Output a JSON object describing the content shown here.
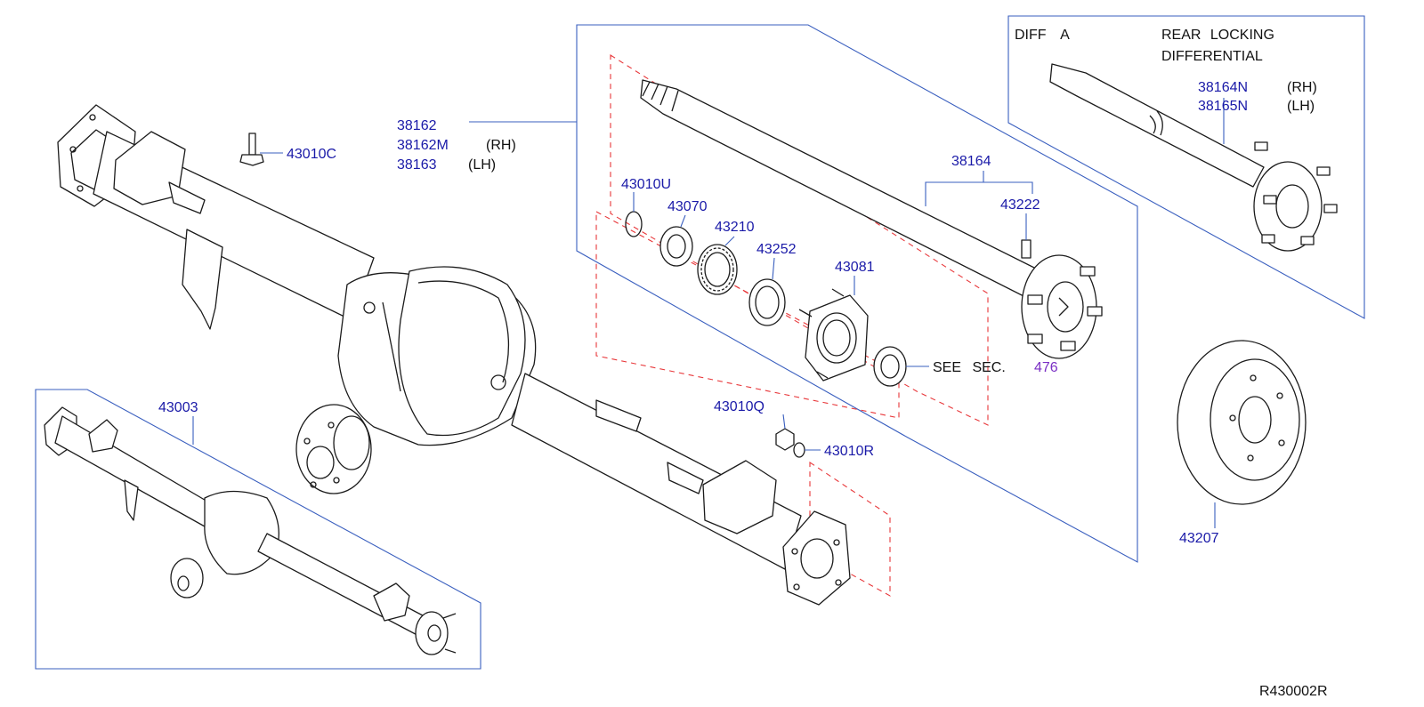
{
  "diagram": {
    "drawing_id": "R430002R",
    "colors": {
      "callout": "#1a1aa8",
      "section_ref": "#7a2fc4",
      "group_box": "#3a5fbf",
      "dashed_group": "#e8373a",
      "linework": "#1b1b1b"
    },
    "callouts": {
      "p43010C": "43010C",
      "p38162": "38162",
      "p38162M": "38162M",
      "p38163": "38163",
      "rh": "(RH)",
      "lh": "(LH)",
      "p38164": "38164",
      "p43222": "43222",
      "p43010U": "43010U",
      "p43070": "43070",
      "p43210": "43210",
      "p43252": "43252",
      "p43081": "43081",
      "see_sec": "SEE SEC.",
      "sec_476": "476",
      "p43010Q": "43010Q",
      "p43010R": "43010R",
      "p43003": "43003",
      "p43207": "43207"
    },
    "diff_variant": {
      "title_left": "DIFF A",
      "title_right_1": "REAR LOCKING",
      "title_right_2": "DIFFERENTIAL",
      "p38164N": "38164N",
      "p38165N": "38165N",
      "rh": "(RH)",
      "lh": "(LH)"
    }
  }
}
